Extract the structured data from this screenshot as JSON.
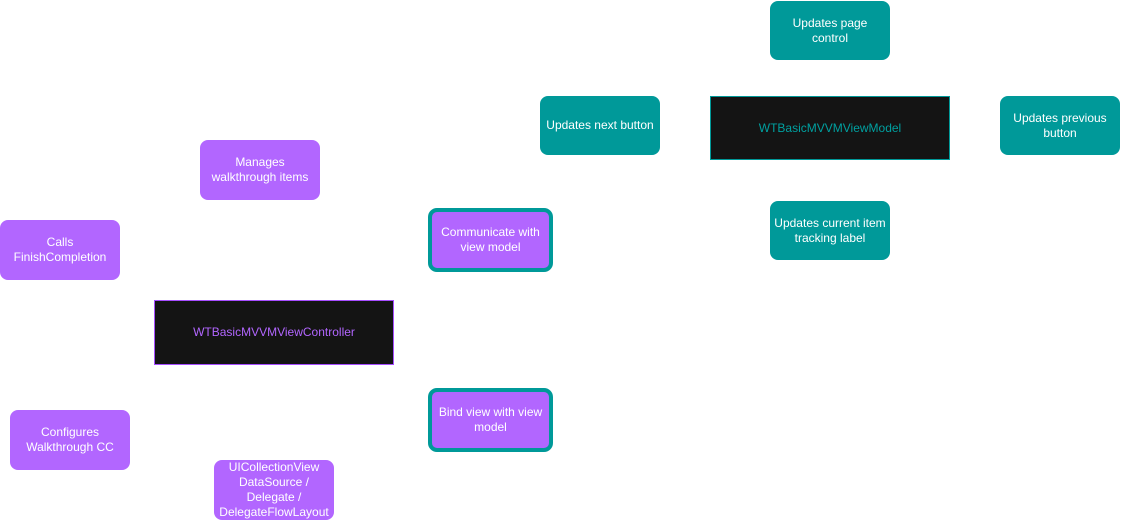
{
  "diagram": {
    "view_controller": {
      "label": "WTBasicMVVMViewController",
      "responsibilities": [
        "Manages walkthrough items",
        "Calls FinishCompletion",
        "Configures Walkthrough CC",
        "UICollectionView DataSource / Delegate / DelegateFlowLayout",
        "Communicate with view model",
        "Bind view with view model"
      ]
    },
    "view_model": {
      "label": "WTBasicMVVMViewModel",
      "responsibilities": [
        "Updates page control",
        "Updates next button",
        "Updates previous button",
        "Updates current item tracking label"
      ]
    }
  },
  "colors": {
    "controller_accent": "#b266ff",
    "view_model_accent": "#009999",
    "core_node_fill": "#141414",
    "background": "#ffffff"
  }
}
